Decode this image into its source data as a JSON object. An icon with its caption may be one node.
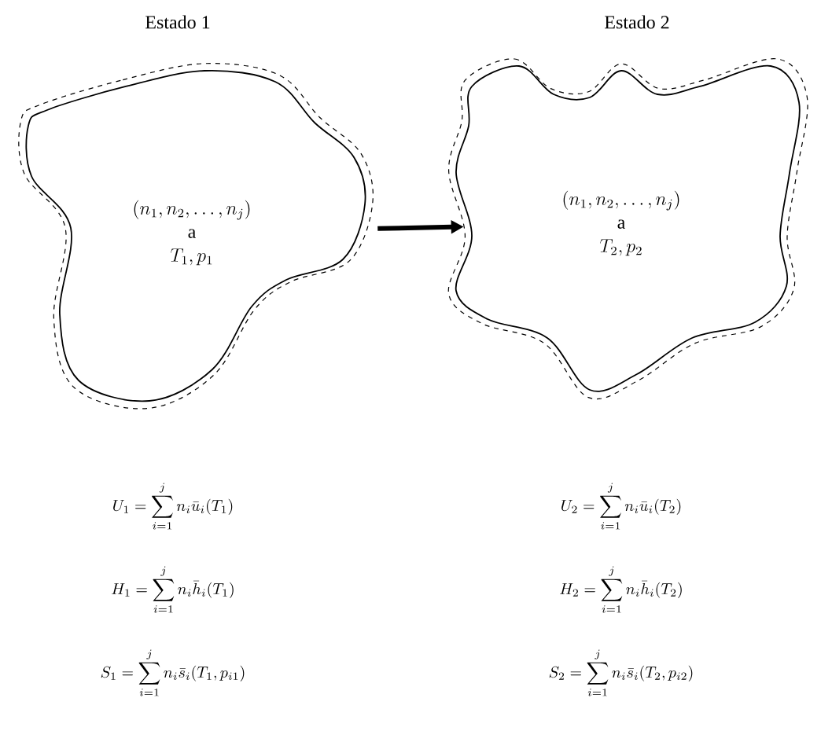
{
  "diagram": {
    "nodes": [
      {
        "text": [
          "Estado 1",
          "(n_1, n_2, \\ldots, n_j)",
          "a",
          "T_1, p_1"
        ]
      },
      {
        "text": [
          "Estado 2",
          "(n_1, n_2, \\ldots, n_j)",
          "a",
          "T_2, p_2"
        ]
      }
    ],
    "edges": [
      {
        "from": 0,
        "to": 1,
        "arrow": "to"
      }
    ],
    "labels": [
      "U_1 = \\sum_{i=1}^{j} n_i \\bar{u}_i(T_1)",
      "U_2 = \\sum_{i=1}^{j} n_i \\bar{u}_i(T_2)",
      "H_1 = \\sum_{i=1}^{j} n_i \\bar{h}_i(T_1)",
      "H_2 = \\sum_{i=1}^{j} n_i \\bar{h}_i(T_2)",
      "S_1 = \\sum_{i=1}^{j} n_i \\bar{s}_i(T_1, p_{i1})",
      "S_2 = \\sum_{i=1}^{j} n_i \\bar{s}_i(T_2, p_{i2})"
    ]
  }
}
